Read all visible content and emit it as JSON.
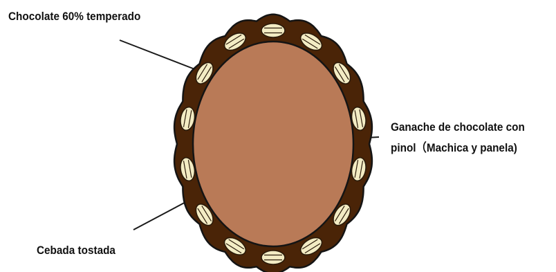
{
  "labels": {
    "outer_shell": "Chocolate 60% temperado",
    "filling_line1": "Ganache de chocolate con",
    "filling_line2": "pinol（Machica y panela)",
    "seeds": "Cebada tostada"
  },
  "colors": {
    "shell": "#4a2407",
    "filling": "#b97a57",
    "seed_fill": "#f3ecc4",
    "seed_stroke": "#2a1a0a",
    "outline": "#141414",
    "leader": "#1a1a1a"
  },
  "seed_count": 14
}
